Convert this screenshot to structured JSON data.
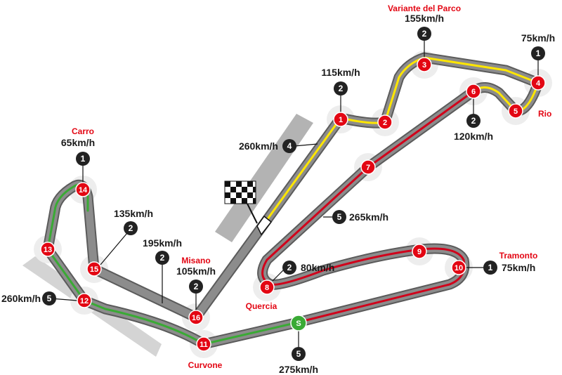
{
  "colors": {
    "track": "#7a7a7a",
    "track_edge": "#5b5b5b",
    "red": "#d0021b",
    "yellow": "#ffe600",
    "green": "#3aaa35",
    "marker": "#e30613",
    "gear": "#222222",
    "pit": "#b3b3b3"
  },
  "corners": [
    {
      "number": "1",
      "name": "",
      "speed": "115km/h",
      "gear": "2"
    },
    {
      "number": "2",
      "name": "",
      "speed": "",
      "gear": ""
    },
    {
      "number": "3",
      "name": "Variante del Parco",
      "speed": "155km/h",
      "gear": "2"
    },
    {
      "number": "4",
      "name": "Rio",
      "speed": "75km/h",
      "gear": "1"
    },
    {
      "number": "5",
      "name": "",
      "speed": "",
      "gear": ""
    },
    {
      "number": "6",
      "name": "",
      "speed": "120km/h",
      "gear": "2"
    },
    {
      "number": "7",
      "name": "",
      "speed": "",
      "gear": ""
    },
    {
      "number": "8",
      "name": "Quercia",
      "speed": "80km/h",
      "gear": "2"
    },
    {
      "number": "9",
      "name": "",
      "speed": "",
      "gear": ""
    },
    {
      "number": "10",
      "name": "Tramonto",
      "speed": "75km/h",
      "gear": "1"
    },
    {
      "number": "11",
      "name": "Curvone",
      "speed": "",
      "gear": ""
    },
    {
      "number": "12",
      "name": "",
      "speed": "260km/h",
      "gear": "5"
    },
    {
      "number": "13",
      "name": "",
      "speed": "",
      "gear": ""
    },
    {
      "number": "14",
      "name": "Carro",
      "speed": "65km/h",
      "gear": "1"
    },
    {
      "number": "15",
      "name": "",
      "speed": "135km/h",
      "gear": "2"
    },
    {
      "number": "16",
      "name": "Misano",
      "speed": "105km/h",
      "gear": "2"
    }
  ],
  "straights": [
    {
      "id": "start-finish",
      "speed": "260km/h",
      "gear": "4"
    },
    {
      "id": "back",
      "speed": "265km/h",
      "gear": "5"
    },
    {
      "id": "corner15-16",
      "speed": "195km/h",
      "gear": "2"
    }
  ],
  "speed_trap": {
    "label": "S",
    "speed": "275km/h",
    "gear": "5"
  }
}
